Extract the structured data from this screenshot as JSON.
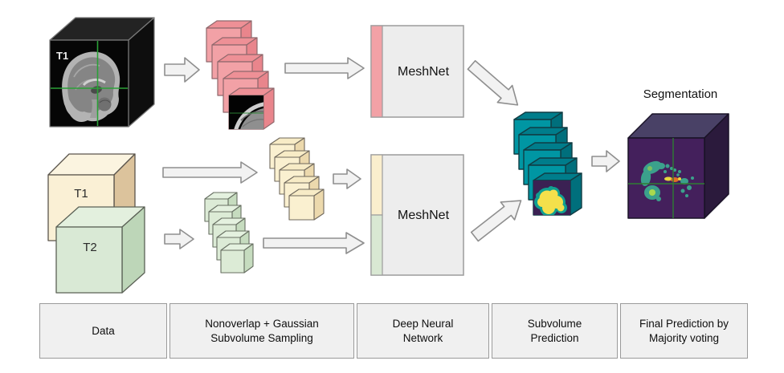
{
  "labels": {
    "t1_mri_cube": "T1",
    "t1_input_cube": "T1",
    "t2_input_cube": "T2",
    "meshnet_top": "MeshNet",
    "meshnet_bottom": "MeshNet",
    "segmentation": "Segmentation"
  },
  "stages": [
    {
      "label": "Data"
    },
    {
      "label": "Nonoverlap + Gaussian Subvolume Sampling"
    },
    {
      "label": "Deep Neural Network"
    },
    {
      "label": "Subvolume Prediction"
    },
    {
      "label": "Final Prediction by Majority voting"
    }
  ],
  "colors": {
    "t1_subvolume_pink": "#f2a1a6",
    "t1_input_cream": "#faf0d5",
    "t2_input_green": "#d9e9d5",
    "prediction_teal": "#0096a3",
    "segmentation_purple": "#44205c",
    "segmentation_yellow": "#f4e04b",
    "crosshair_green": "#2ba037",
    "arrow_fill": "#f2f2f2",
    "arrow_stroke": "#8f8f8f",
    "stage_box_fill": "#f0f0f0",
    "stage_box_border": "#9a9a9a",
    "network_box_fill": "#ededed"
  }
}
